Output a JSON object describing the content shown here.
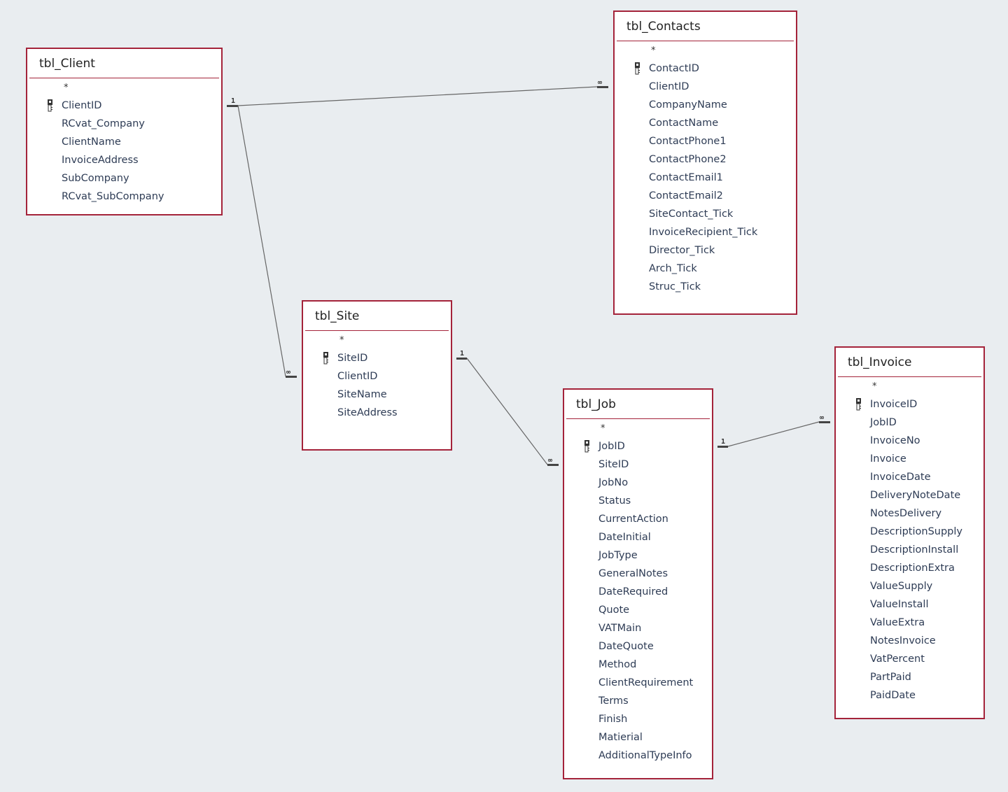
{
  "window": {
    "title": "Relationships"
  },
  "tables": [
    {
      "id": "client",
      "name": "tbl_Client",
      "new_row": "*",
      "primary_key": "ClientID",
      "fields": [
        "ClientID",
        "RCvat_Company",
        "ClientName",
        "InvoiceAddress",
        "SubCompany",
        "RCvat_SubCompany"
      ]
    },
    {
      "id": "contacts",
      "name": "tbl_Contacts",
      "new_row": "*",
      "primary_key": "ContactID",
      "fields": [
        "ContactID",
        "ClientID",
        "CompanyName",
        "ContactName",
        "ContactPhone1",
        "ContactPhone2",
        "ContactEmail1",
        "ContactEmail2",
        "SiteContact_Tick",
        "InvoiceRecipient_Tick",
        "Director_Tick",
        "Arch_Tick",
        "Struc_Tick"
      ]
    },
    {
      "id": "site",
      "name": "tbl_Site",
      "new_row": "*",
      "primary_key": "SiteID",
      "fields": [
        "SiteID",
        "ClientID",
        "SiteName",
        "SiteAddress"
      ]
    },
    {
      "id": "job",
      "name": "tbl_Job",
      "new_row": "*",
      "primary_key": "JobID",
      "fields": [
        "JobID",
        "SiteID",
        "JobNo",
        "Status",
        "CurrentAction",
        "DateInitial",
        "JobType",
        "GeneralNotes",
        "DateRequired",
        "Quote",
        "VATMain",
        "DateQuote",
        "Method",
        "ClientRequirement",
        "Terms",
        "Finish",
        "Matierial",
        "AdditionalTypeInfo"
      ]
    },
    {
      "id": "invoice",
      "name": "tbl_Invoice",
      "new_row": "*",
      "primary_key": "InvoiceID",
      "fields": [
        "InvoiceID",
        "JobID",
        "InvoiceNo",
        "Invoice",
        "InvoiceDate",
        "DeliveryNoteDate",
        "NotesDelivery",
        "DescriptionSupply",
        "DescriptionInstall",
        "DescriptionExtra",
        "ValueSupply",
        "ValueInstall",
        "ValueExtra",
        "NotesInvoice",
        "VatPercent",
        "PartPaid",
        "PaidDate"
      ]
    }
  ],
  "relationships": [
    {
      "from": "tbl_Client.ClientID",
      "to": "tbl_Contacts.ClientID",
      "one_label": "1",
      "many_label": "∞"
    },
    {
      "from": "tbl_Client.ClientID",
      "to": "tbl_Site.ClientID",
      "one_label": "1",
      "many_label": "∞"
    },
    {
      "from": "tbl_Site.SiteID",
      "to": "tbl_Job.SiteID",
      "one_label": "1",
      "many_label": "∞"
    },
    {
      "from": "tbl_Job.JobID",
      "to": "tbl_Invoice.JobID",
      "one_label": "1",
      "many_label": "∞"
    }
  ],
  "colors": {
    "table_border": "#a4233a",
    "background": "#e9edf0",
    "field_text": "#2e3c55",
    "line": "#555555"
  }
}
